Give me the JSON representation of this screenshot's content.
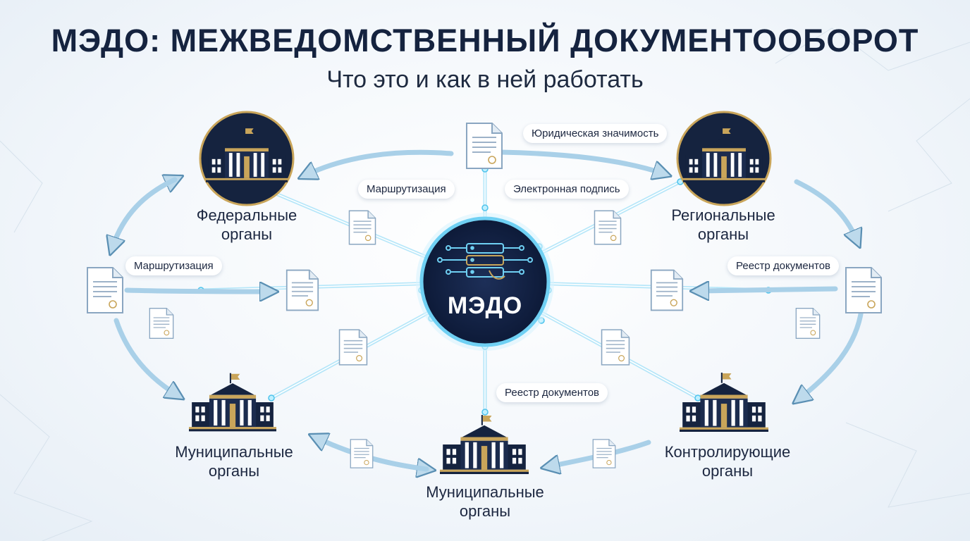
{
  "header": {
    "title": "МЭДО: МЕЖВЕДОМСТВЕННЫЙ ДОКУМЕНТООБОРОТ",
    "subtitle": "Что это и как в ней работать"
  },
  "hub": {
    "label": "МЭДО",
    "icon": "server-network-icon"
  },
  "nodes": {
    "federal": {
      "line1": "Федеральные",
      "line2": "органы"
    },
    "regional": {
      "line1": "Региональные",
      "line2": "органы"
    },
    "municipal_left": {
      "line1": "Муниципальные",
      "line2": "органы"
    },
    "municipal_bottom": {
      "line1": "Муниципальные",
      "line2": "органы"
    },
    "control": {
      "line1": "Контролирующие",
      "line2": "органы"
    }
  },
  "pills": {
    "legal_significance": "Юридическая значимость",
    "routing_top": "Маршрутизация",
    "e_signature": "Электронная подпись",
    "routing_left": "Маршрутизация",
    "registry_right": "Реестр документов",
    "registry_bottom": "Реестр документов"
  },
  "colors": {
    "navy": "#15233f",
    "gold": "#c9a55a",
    "glow": "#5cc8ef",
    "arrow": "#a7cde6"
  }
}
